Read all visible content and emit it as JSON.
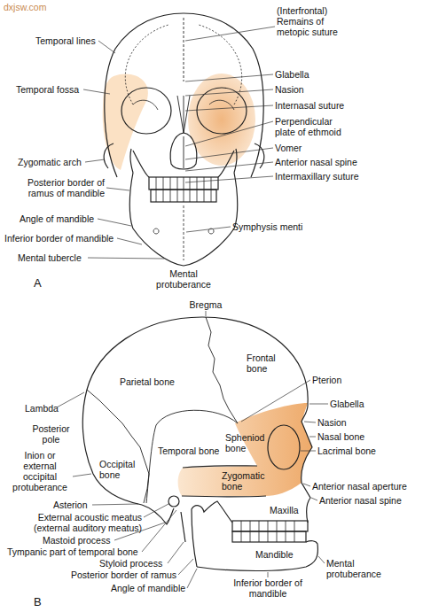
{
  "diagram": {
    "labels": [
      "dxjsw.com",
      "Temporal lines",
      "(Interfrontal) Remains of metopic suture",
      "Glabella",
      "Nasion",
      "Internasal suture",
      "Perpendicular plate of ethmoid",
      "Vomer",
      "Anterior nasal spine",
      "Intermaxillary suture",
      "Temporal fossa",
      "Zygomatic arch",
      "Posterior border of ramus of mandible",
      "Angle of mandible",
      "Inferior border of mandible",
      "Mental tubercle",
      "Mental protuberance",
      "Symphysis menti",
      "A",
      "Bregma",
      "Parietal bone",
      "Frontal bone",
      "Pterion",
      "Glabella",
      "Lambda",
      "Posterior pole",
      "Inion or external occipital protuberance",
      "Spheniod bone",
      "Temporal bone",
      "Occipital bone",
      "Nasion",
      "Nasal bone",
      "Lacrimal bone",
      "Zygomatic bone",
      "Anterior nasal aperture",
      "Anterior nasal spine",
      "Maxilla",
      "Asterion",
      "External acoustic meatus (external auditory meatus)",
      "Mastoid process",
      "Tympanic part of temporal bone",
      "Styloid process",
      "Posterior border of ramus",
      "Mandible",
      "Mental protuberance",
      "Angle of mandible",
      "Inferior border of mandible",
      "B"
    ]
  }
}
